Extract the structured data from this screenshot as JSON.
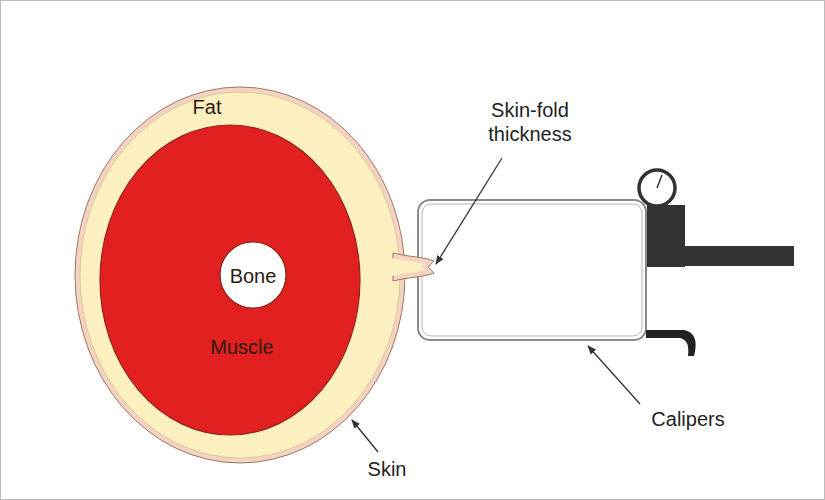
{
  "diagram": {
    "nodes": [
      {
        "text": [
          "Fat"
        ]
      },
      {
        "text": [
          "Muscle"
        ],
        "in": 0
      },
      {
        "text": [
          "Bone"
        ],
        "in": 1
      }
    ],
    "labels": [
      "Skin-fold thickness",
      "Calipers",
      "Skin"
    ]
  }
}
